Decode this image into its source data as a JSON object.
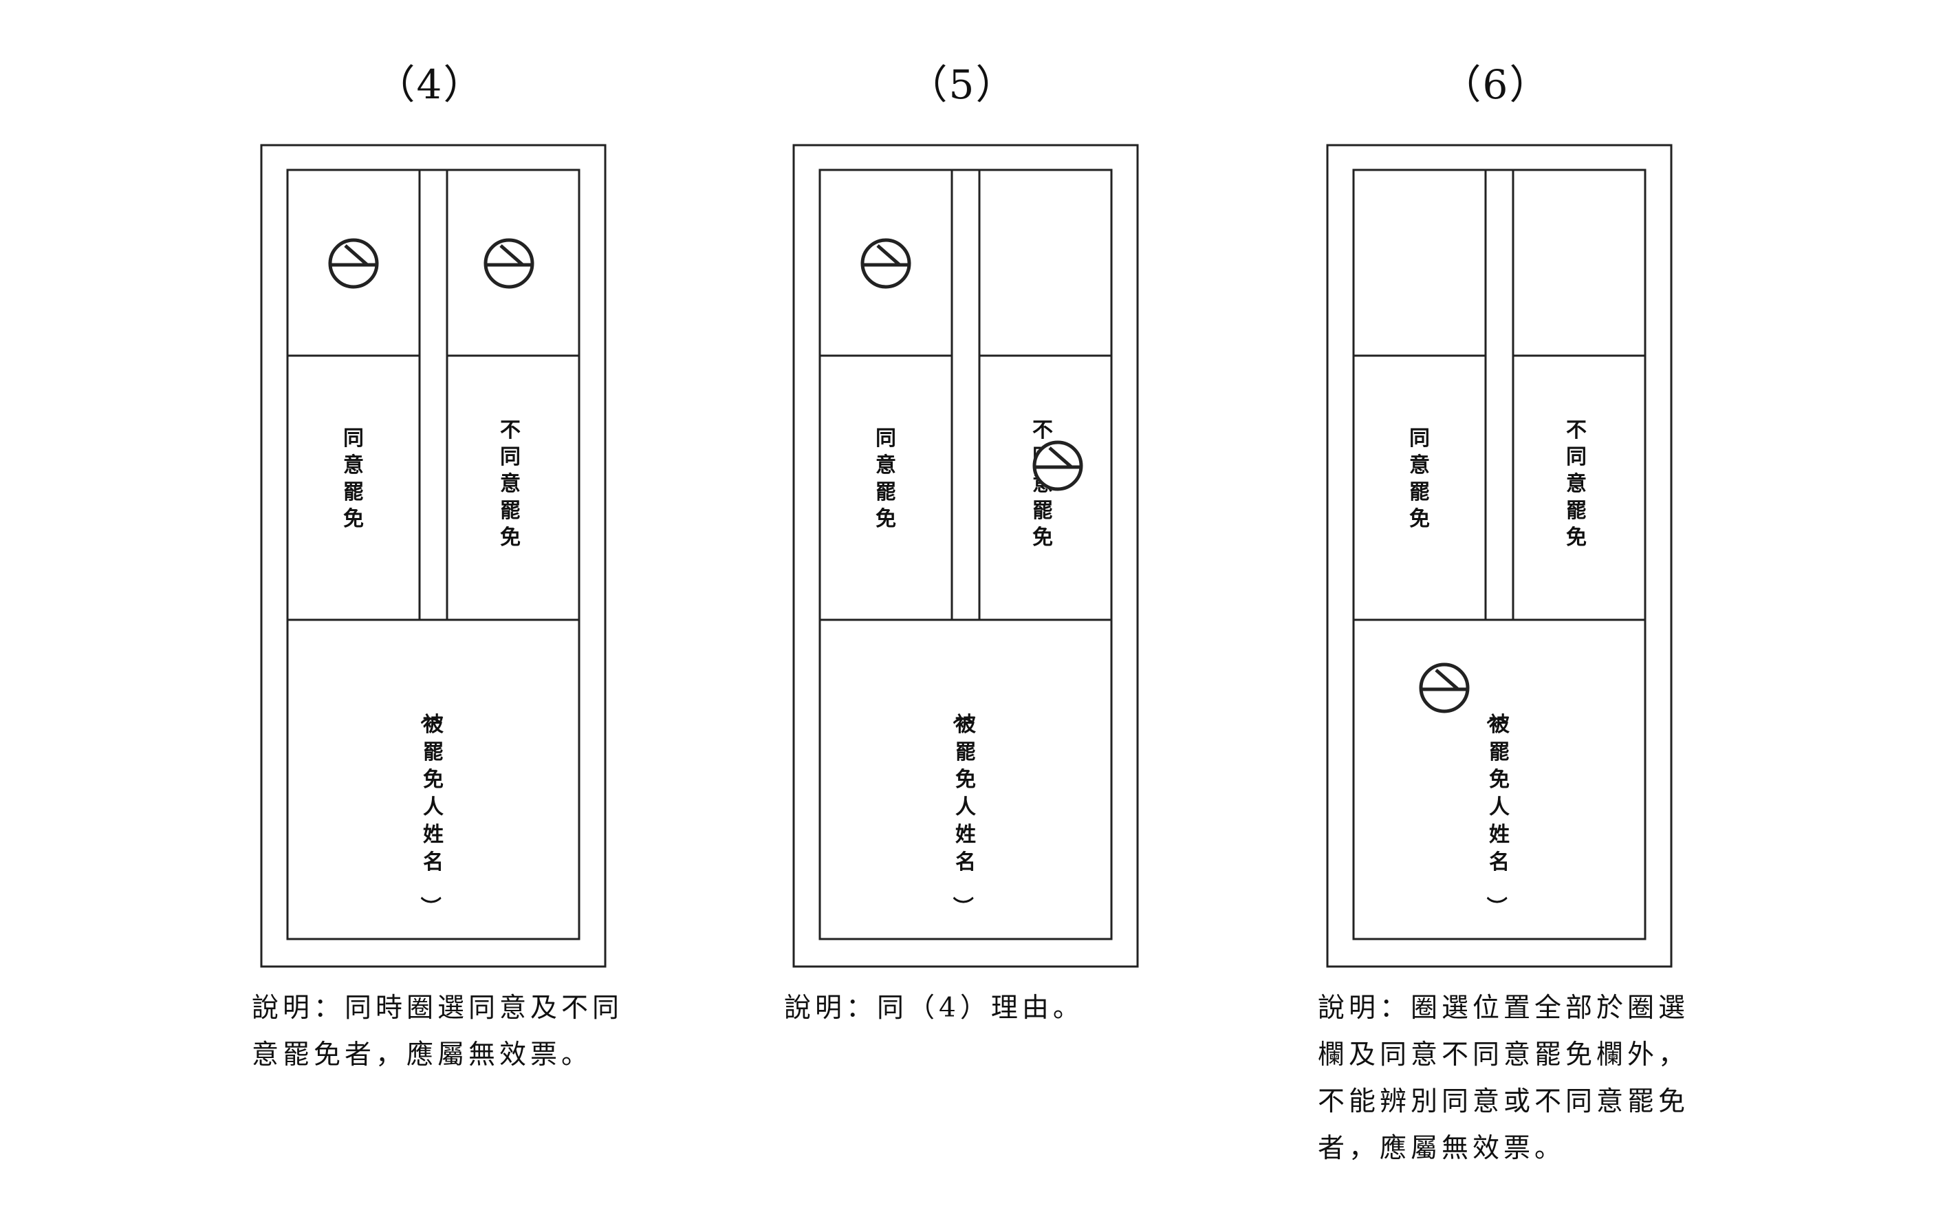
{
  "panels": [
    {
      "label": "（4）",
      "agree_text": "同意罷免",
      "disagree_text": "不同意罷免",
      "name_text": "（被罷免人姓名）",
      "marks": [
        "agree_box",
        "disagree_box"
      ],
      "note": "說明：同時圈選同意及不同意罷免者，應屬無效票。"
    },
    {
      "label": "（5）",
      "agree_text": "同意罷免",
      "disagree_text": "不同意罷免",
      "name_text": "（被罷免人姓名）",
      "marks": [
        "agree_box",
        "disagree_label"
      ],
      "note": "說明：同（4）理由。"
    },
    {
      "label": "（6）",
      "agree_text": "同意罷免",
      "disagree_text": "不同意罷免",
      "name_text": "（被罷免人姓名）",
      "marks": [
        "name_area"
      ],
      "note": "說明：圈選位置全部於圈選欄及同意不同意罷免欄外，不能辨別同意或不同意罷免者，應屬無效票。"
    }
  ],
  "colors": {
    "line": "#222222",
    "background": "#ffffff"
  },
  "icons": {
    "stamp": "vote-stamp-icon"
  }
}
